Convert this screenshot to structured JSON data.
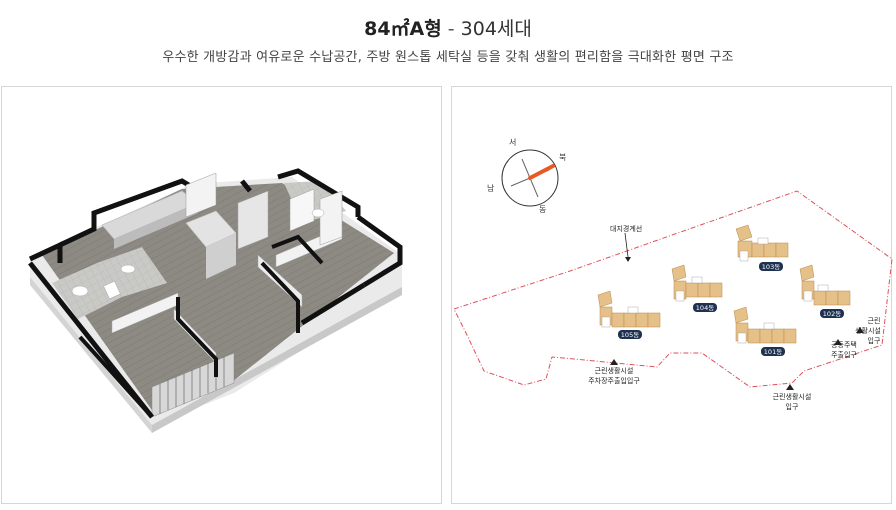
{
  "header": {
    "type_name": "84㎡A형",
    "separator": " - ",
    "units": "304세대",
    "description": "우수한 개방감과 여유로운 수납공간, 주방 원스톱 세탁실 등을 갖춰 생활의 편리함을 극대화한 평면 구조"
  },
  "site_plan": {
    "compass": {
      "west": "서",
      "north": "북",
      "south": "남",
      "east": "동"
    },
    "boundary_label": "대지경계선",
    "buildings": [
      {
        "name": "103동"
      },
      {
        "name": "104동"
      },
      {
        "name": "102동"
      },
      {
        "name": "105동"
      },
      {
        "name": "101동"
      }
    ],
    "entrances": {
      "right_top_line1": "근린",
      "right_top_line2": "생활시설",
      "right_top_line3": "입구",
      "apartment_line1": "공동주택",
      "apartment_line2": "주출입구",
      "bottom_left_line1": "근린생활시설",
      "bottom_left_line2": "주차장주출입입구",
      "bottom_center_line1": "근린생활시설",
      "bottom_center_line2": "입구"
    },
    "colors": {
      "badge": "#1f3150",
      "unit_fill": "#e6c089",
      "boundary": "#e0505a",
      "needle": "#e85a24"
    }
  }
}
